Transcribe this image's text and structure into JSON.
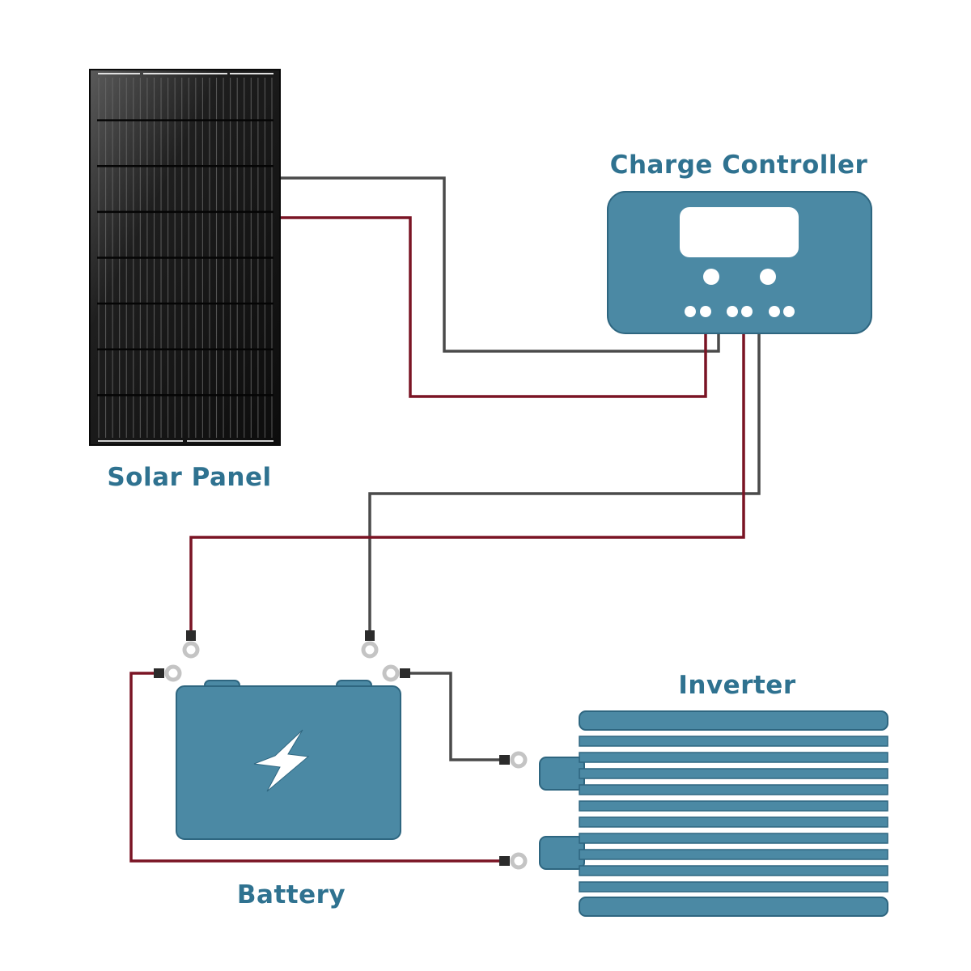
{
  "title": "Solar power system wiring diagram",
  "components": {
    "solar_panel": {
      "label": "Solar Panel"
    },
    "charge_controller": {
      "label": "Charge Controller"
    },
    "battery": {
      "label": "Battery"
    },
    "inverter": {
      "label": "Inverter"
    }
  },
  "connections": [
    {
      "from": "solar_panel",
      "to": "charge_controller",
      "polarity": "negative",
      "wire_color": "gray"
    },
    {
      "from": "solar_panel",
      "to": "charge_controller",
      "polarity": "positive",
      "wire_color": "red"
    },
    {
      "from": "charge_controller",
      "to": "battery",
      "polarity": "positive",
      "wire_color": "red"
    },
    {
      "from": "charge_controller",
      "to": "battery",
      "polarity": "negative",
      "wire_color": "gray"
    },
    {
      "from": "battery",
      "to": "inverter",
      "polarity": "negative",
      "wire_color": "gray"
    },
    {
      "from": "battery",
      "to": "inverter",
      "polarity": "positive",
      "wire_color": "red"
    }
  ],
  "colors": {
    "device_fill": "#4b89a4",
    "device_stroke": "#2e6680",
    "label_text": "#2f7290",
    "wire_positive": "#7a1424",
    "wire_negative": "#4a4a4a",
    "lug_ring": "#c4c4c4",
    "lug_crimp": "#2b2b2b",
    "panel_dark": "#141414"
  }
}
